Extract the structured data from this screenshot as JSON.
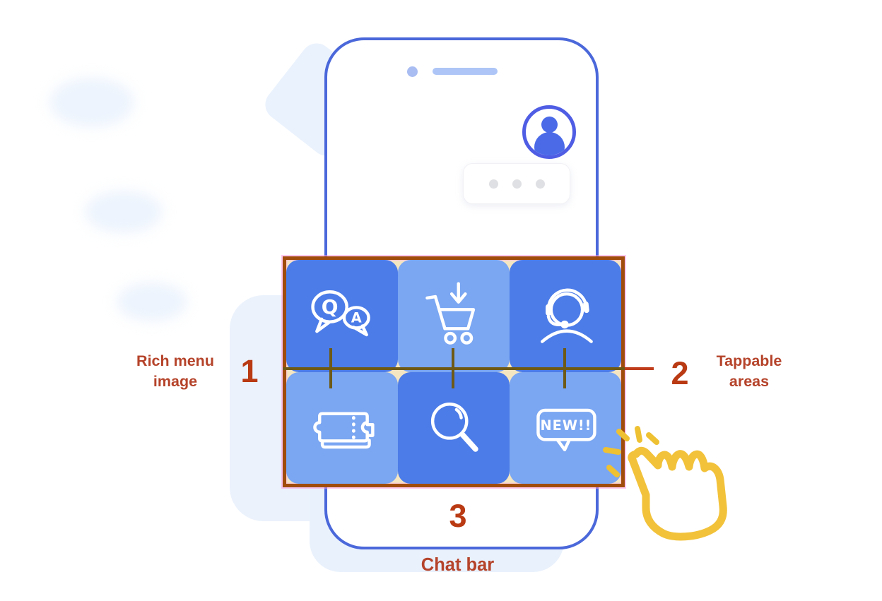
{
  "diagram_title": "Rich menu structure diagram",
  "labels": {
    "rich_menu": {
      "number": "1",
      "text": "Rich menu image"
    },
    "tappable": {
      "number": "2",
      "text": "Tappable areas"
    },
    "chat_bar": {
      "number": "3",
      "text": "Chat bar"
    }
  },
  "rich_menu": {
    "rows": 2,
    "columns": 3,
    "cells": [
      {
        "name": "qa",
        "icon": "qa-bubbles-icon",
        "tone": "dark",
        "glyph_q": "Q",
        "glyph_a": "A"
      },
      {
        "name": "cart",
        "icon": "cart-download-icon",
        "tone": "light"
      },
      {
        "name": "support",
        "icon": "support-headset-icon",
        "tone": "dark"
      },
      {
        "name": "ticket",
        "icon": "ticket-icon",
        "tone": "light"
      },
      {
        "name": "search",
        "icon": "search-icon",
        "tone": "dark"
      },
      {
        "name": "new",
        "icon": "new-bubble-icon",
        "tone": "light",
        "glyph": "NEW!!"
      }
    ]
  },
  "phone": {
    "elements": [
      "camera-dot",
      "speaker-bar",
      "avatar",
      "typing-bubble"
    ],
    "typing_dots": 3
  },
  "cursor": {
    "type": "tap-hand",
    "color": "#f2c23a"
  },
  "colors": {
    "annotation_red": "#b93a13",
    "annotation_text": "#b5432a",
    "grid_border": "#a04c0d",
    "grid_gap": "#f5e6c2",
    "cell_dark": "#4c7ce8",
    "cell_light": "#7aa6f2",
    "phone_border": "#4b68da",
    "avatar_blue": "#4a6ae8",
    "background_shape": "#ebf2fc",
    "hand_yellow": "#f2c23a"
  }
}
